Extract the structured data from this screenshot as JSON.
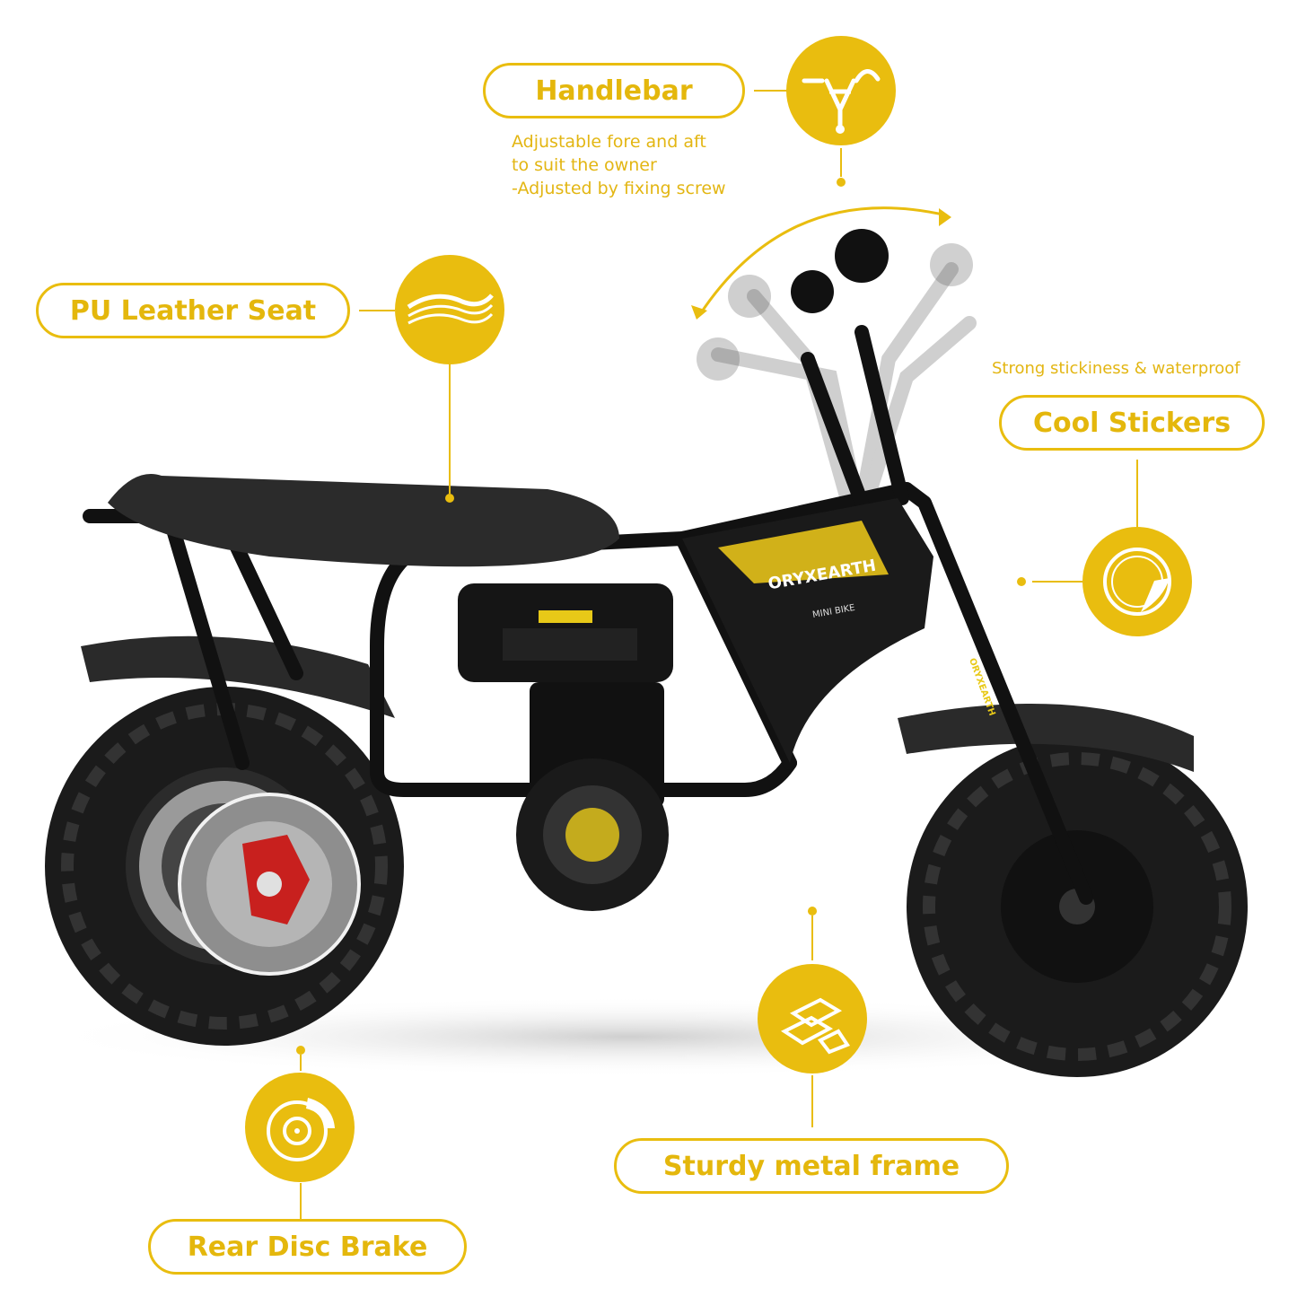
{
  "features": {
    "handlebar": {
      "title": "Handlebar",
      "desc_lines": [
        "Adjustable fore and aft",
        "to suit the owner",
        "-Adjusted by fixing screw"
      ],
      "icon": "handlebar-icon"
    },
    "seat": {
      "title": "PU Leather Seat",
      "icon": "seat-wave-icon"
    },
    "stickers": {
      "title": "Cool Stickers",
      "note": "Strong stickiness & waterproof",
      "icon": "sticker-icon"
    },
    "frame": {
      "title": "Sturdy metal frame",
      "icon": "metal-bars-icon"
    },
    "brake": {
      "title": "Rear Disc Brake",
      "icon": "disc-brake-icon"
    }
  },
  "product": {
    "brand_decal": "ORYXEARTH",
    "model_decal": "MINI BIKE",
    "fork_decal": "ORYXEARTH"
  },
  "colors": {
    "accent": "#e9bd0f",
    "frame": "#111111",
    "caliper": "#c8201e"
  }
}
